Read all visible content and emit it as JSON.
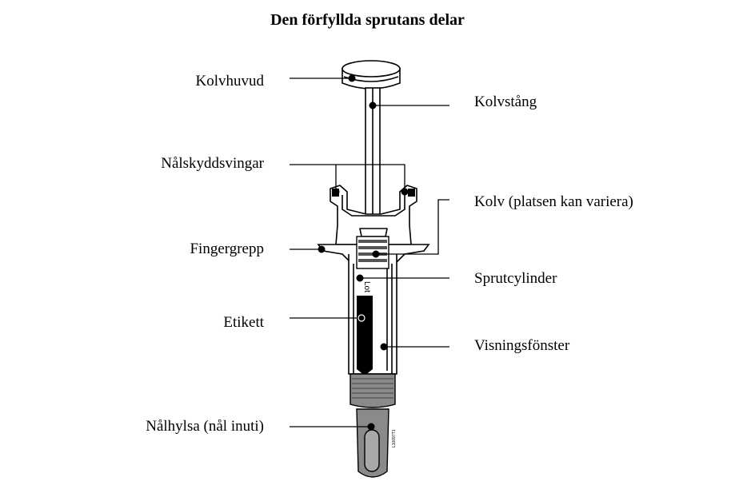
{
  "title": "Den förfyllda sprutans delar",
  "labels": {
    "plunger_head": "Kolvhuvud",
    "plunger_rod": "Kolvstång",
    "needle_guard_wings": "Nålskyddsvingar",
    "plunger": "Kolv (platsen kan variera)",
    "finger_grip": "Fingergrepp",
    "syringe_barrel": "Sprutcylinder",
    "label": "Etikett",
    "viewing_window": "Visningsfönster",
    "needle_cap": "Nålhylsa (nål inuti)"
  },
  "syringe": {
    "lot_text": "Lot",
    "figure_code": "L10097T1"
  }
}
